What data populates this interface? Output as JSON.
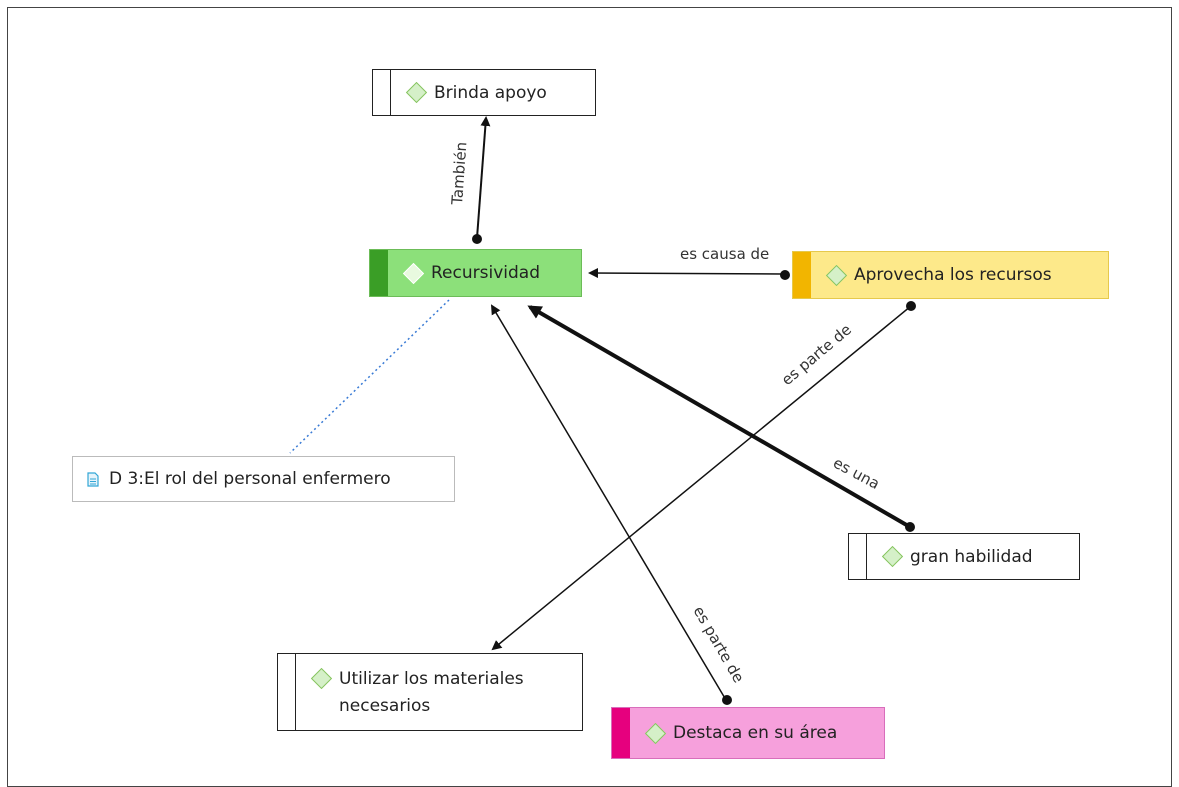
{
  "nodes": {
    "brinda": {
      "label": "Brinda apoyo",
      "icon": "diamond-icon"
    },
    "recursividad": {
      "label": "Recursividad",
      "icon": "diamond-icon",
      "color": "#8ce07a"
    },
    "aprovecha": {
      "label": "Aprovecha los recursos",
      "icon": "diamond-icon",
      "color": "#fde98a"
    },
    "documento": {
      "label": "D 3:El rol del personal enfermero",
      "icon": "document-icon"
    },
    "habilidad": {
      "label": "gran habilidad",
      "icon": "diamond-icon"
    },
    "utilizar": {
      "label": "Utilizar los materiales necesarios",
      "icon": "diamond-icon"
    },
    "destaca": {
      "label": "Destaca en su área",
      "icon": "diamond-icon",
      "color": "#f6a0dc"
    }
  },
  "links": {
    "tambien": "También",
    "es_causa_de": "es causa de",
    "es_parte_de_1": "es parte de",
    "es_una": "es una",
    "es_parte_de_2": "es parte de"
  }
}
